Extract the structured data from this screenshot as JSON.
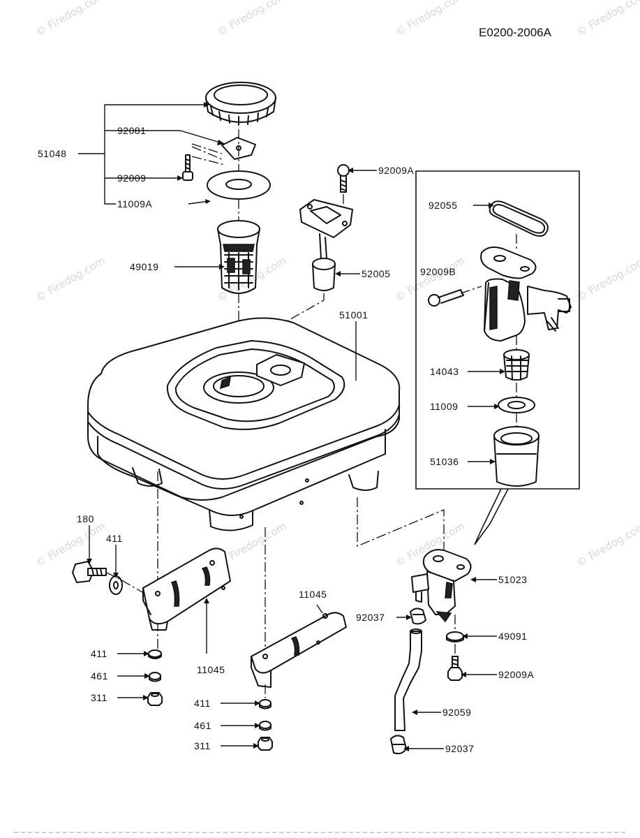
{
  "diagram_code": "E0200-2006A",
  "watermark_text": "© Firedog.com",
  "parts": {
    "p51048": "51048",
    "p92081": "92081",
    "p92009": "92009",
    "p11009A": "11009A",
    "p49019": "49019",
    "p92009A_top": "92009A",
    "p52005": "52005",
    "p51001": "51001",
    "p92055": "92055",
    "p92009B": "92009B",
    "p14043": "14043",
    "p11009": "11009",
    "p51036": "51036",
    "p180": "180",
    "p411_left": "411",
    "p411_a": "411",
    "p461_a": "461",
    "p311_a": "311",
    "p11045_a": "11045",
    "p11045_b": "11045",
    "p411_b": "411",
    "p461_b": "461",
    "p311_b": "311",
    "p51023": "51023",
    "p92037_a": "92037",
    "p49091": "49091",
    "p92009A_bottom": "92009A",
    "p92059": "92059",
    "p92037_b": "92037"
  }
}
